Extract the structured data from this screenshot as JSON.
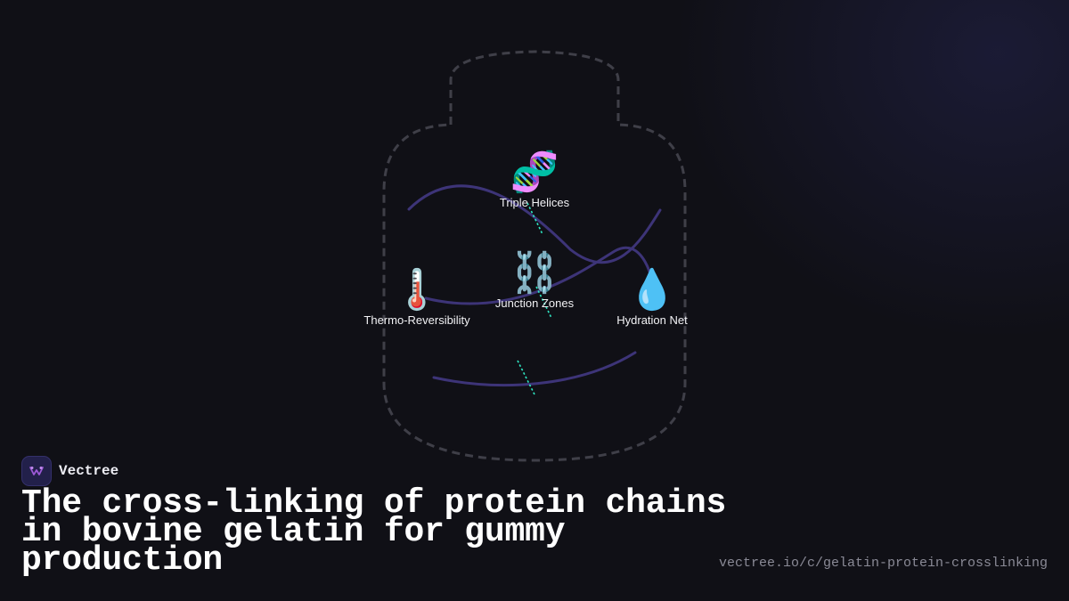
{
  "diagram": {
    "nodes": [
      {
        "id": "triple-helices",
        "label": "Triple Helices",
        "icon": "dna-icon",
        "glyph": "🧬"
      },
      {
        "id": "junction-zones",
        "label": "Junction Zones",
        "icon": "chain-icon",
        "glyph": "⛓️"
      },
      {
        "id": "thermo-reversibility",
        "label": "Thermo-Reversibility",
        "icon": "thermometer-icon",
        "glyph": "🌡️"
      },
      {
        "id": "hydration-net",
        "label": "Hydration Net",
        "icon": "water-droplet-icon",
        "glyph": "💧"
      }
    ],
    "colors": {
      "outline": "#3f3f48",
      "strand": "#3d3478",
      "link": "#2ee6c2"
    }
  },
  "brand": {
    "name": "Vectree",
    "logo_icon": "vectree-logo-icon",
    "logo_color": "#9b59d6"
  },
  "title": "The cross-linking of protein chains in bovine gelatin for gummy production",
  "url": "vectree.io/c/gelatin-protein-crosslinking"
}
